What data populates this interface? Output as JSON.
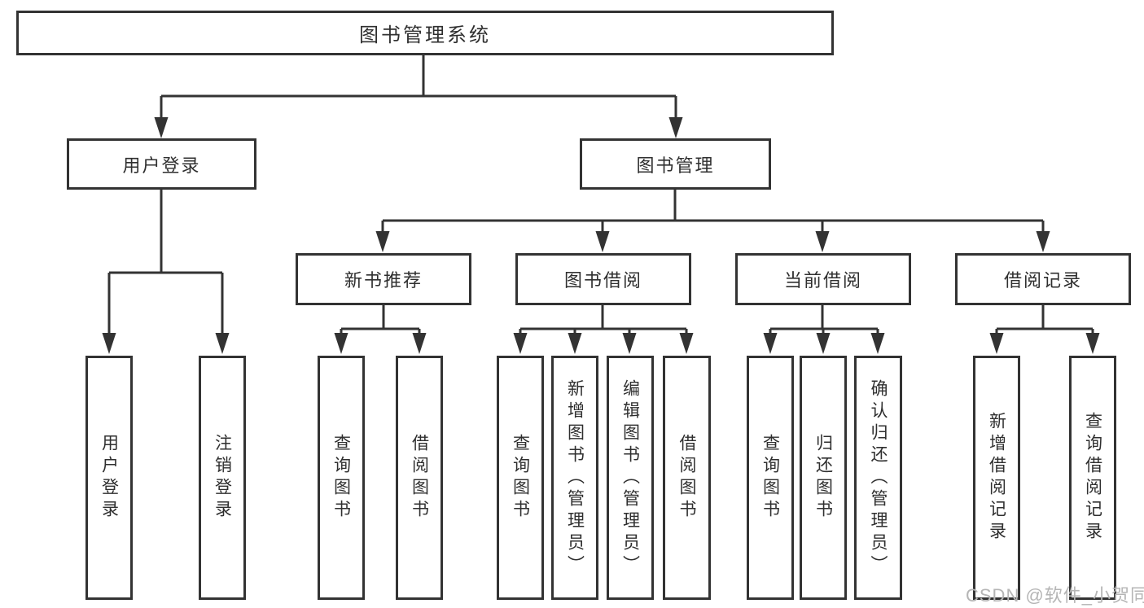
{
  "diagram_type": "hierarchy-tree",
  "tree": {
    "label": "图书管理系统",
    "children": [
      {
        "label": "用户登录",
        "children": [
          {
            "label": "用户登录"
          },
          {
            "label": "注销登录"
          }
        ]
      },
      {
        "label": "图书管理",
        "children": [
          {
            "label": "新书推荐",
            "children": [
              {
                "label": "查询图书"
              },
              {
                "label": "借阅图书"
              }
            ]
          },
          {
            "label": "图书借阅",
            "children": [
              {
                "label": "查询图书"
              },
              {
                "label": "新增图书（管理员）"
              },
              {
                "label": "编辑图书（管理员）"
              },
              {
                "label": "借阅图书"
              }
            ]
          },
          {
            "label": "当前借阅",
            "children": [
              {
                "label": "查询图书"
              },
              {
                "label": "归还图书"
              },
              {
                "label": "确认归还（管理员）"
              }
            ]
          },
          {
            "label": "借阅记录",
            "children": [
              {
                "label": "新增借阅记录"
              },
              {
                "label": "查询借阅记录"
              }
            ]
          }
        ]
      }
    ]
  },
  "watermark": {
    "text": "CSDN @软件_小贺同学"
  },
  "colors": {
    "line": "#333333",
    "text": "#2f2f2f",
    "watermark": "#b5b5b5",
    "background": "#ffffff",
    "node_fill": "#ffffff"
  }
}
